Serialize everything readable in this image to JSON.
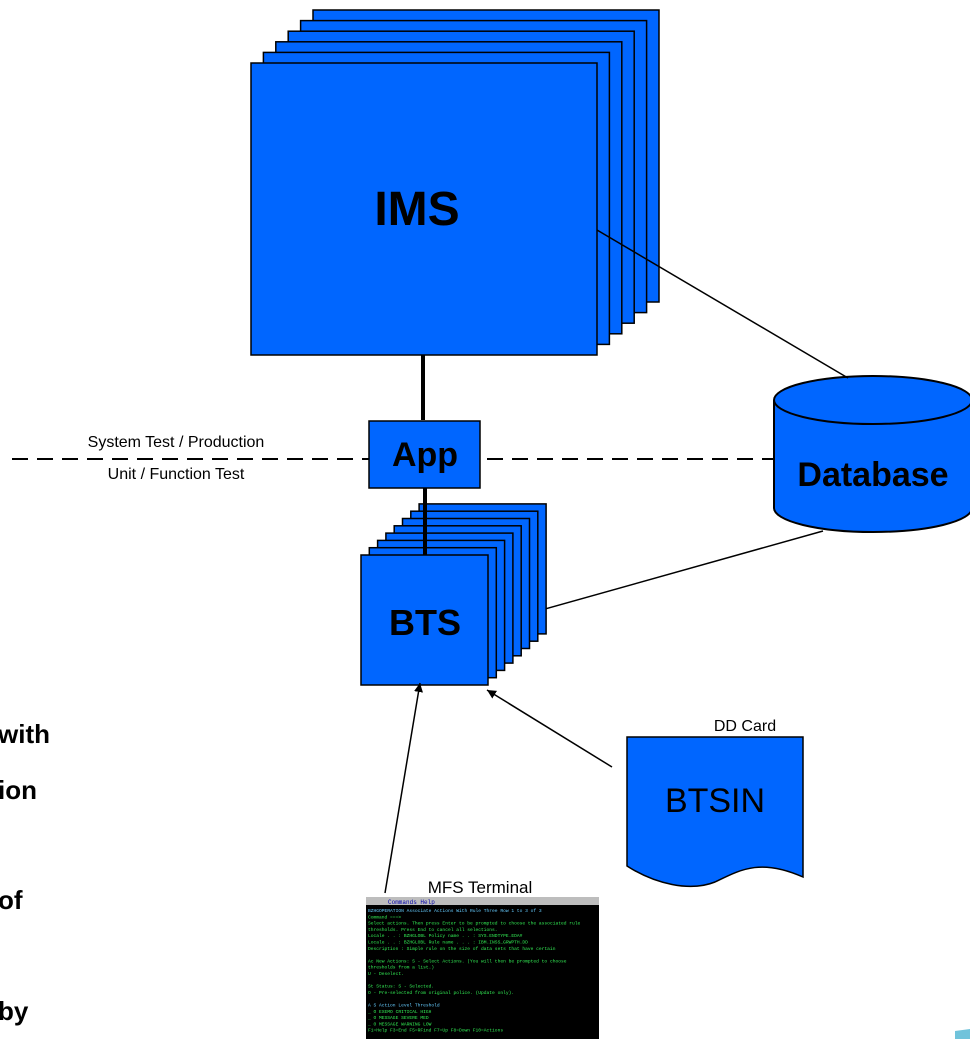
{
  "colors": {
    "box_fill": "#0066ff",
    "stroke": "#000000",
    "page_bg": "#ffffff",
    "accent": "#33aacc"
  },
  "labels": {
    "ims": "IMS",
    "app": "App",
    "bts": "BTS",
    "database": "Database",
    "btsin": "BTSIN",
    "dd_card": "DD Card",
    "mfs_terminal": "MFS Terminal",
    "system_test": "System Test / Production",
    "unit_test": "Unit / Function Test"
  },
  "cut_text": [
    "with",
    "ion",
    "of",
    "by"
  ],
  "terminal": {
    "menu": "Commands  Help",
    "lines": [
      "BZHGOPERATION              Associate Actions With Rule Three  Row 1 to 3 of 3",
      "Command ===>",
      "Select actions. Then press Enter to be prompted to choose the associated rule",
      "thresholds. Press End to cancel all selections.",
      "Locale . . : BZHGLOBL  Policy name . . : SYS.ENDTYPE.EDA#",
      "Locale . . : BZHGLOBL  Rule name . . . : IBM.INSS_GRWPTH.DD",
      "Description : Simple rule on the size of data sets that have certain",
      "",
      "Ac New Actions: S - Select Actions. (You will then be prompted to choose",
      "                    thresholds from a list.)",
      "                U - Deselect.",
      "",
      "St Status:      S - Selected.",
      "                O - Pre-selected from original police. (Update only).",
      "",
      "A    S  Action     Level      Threshold",
      "_    O  EXEMO      CRITICAL   HIGH",
      "_    O  MESSAGE    SEVERE     MED",
      "_    O  MESSAGE    WARNING    LOW",
      " F1=Help    F3=End     F5=RFind   F7=Up     F8=Down    F10=Actions"
    ]
  }
}
